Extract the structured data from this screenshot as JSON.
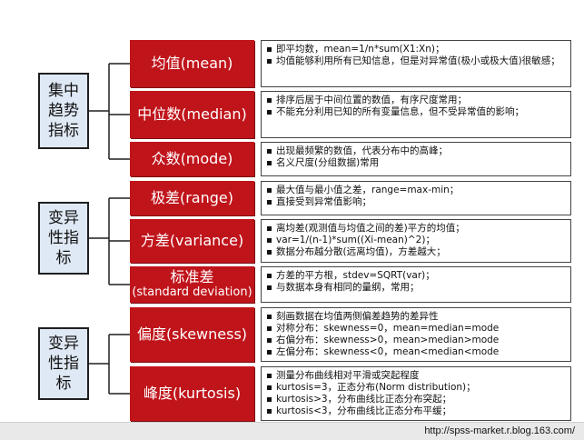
{
  "groups": [
    {
      "category": "集中\n趋势\n指标",
      "metrics": [
        {
          "label": "均值(mean)",
          "bullets": [
            "即平均数，mean=1/n*sum(X1:Xn)；",
            "均值能够利用所有已知信息，但是对异常值(极小或极大值)很敏感；"
          ]
        },
        {
          "label": "中位数(median)",
          "bullets": [
            "排序后居于中间位置的数值，有序尺度常用；",
            "不能充分利用已知的所有变量信息，但不受异常值的影响；"
          ]
        },
        {
          "label": "众数(mode)",
          "bullets": [
            "出现最频繁的数值，代表分布中的高峰；",
            "名义尺度(分组数据)常用"
          ]
        }
      ]
    },
    {
      "category": "变异\n性指\n标",
      "metrics": [
        {
          "label": "极差(range)",
          "bullets": [
            "最大值与最小值之差，range=max-min；",
            "直接受到异常值影响；"
          ]
        },
        {
          "label": "方差(variance)",
          "bullets": [
            "离均差(观测值与均值之间的差)平方的均值；",
            "var=1/(n-1)*sum((Xi-mean)^2)；",
            "数据分布越分散(远离均值)，方差越大；"
          ]
        },
        {
          "label": "标准差",
          "sublabel": "(standard deviation)",
          "bullets": [
            "方差的平方根，stdev=SQRT(var)；",
            "与数据本身有相同的量纲，常用；"
          ]
        }
      ]
    },
    {
      "category": "变异\n性指\n标",
      "metrics": [
        {
          "label": "偏度(skewness)",
          "bullets": [
            "刻画数据在均值两侧偏差趋势的差异性",
            "对称分布：skewness=0，mean=median=mode",
            "右偏分布：skewness>0，mean>median>mode",
            "左偏分布：skewness<0，mean<median<mode"
          ]
        },
        {
          "label": "峰度(kurtosis)",
          "bullets": [
            "测量分布曲线相对平滑或突起程度",
            "kurtosis=3，正态分布(Norm distribution)；",
            "kurtosis>3，分布曲线比正态分布突起；",
            "kurtosis<3，分布曲线比正态分布平缓；"
          ]
        }
      ]
    }
  ],
  "footer": {
    "url": "http://spss-market.r.blog.163.com/"
  },
  "colors": {
    "metric_bg": "#c0141b",
    "category_bg": "#dfe9f5",
    "line": "#1f1f1f"
  }
}
